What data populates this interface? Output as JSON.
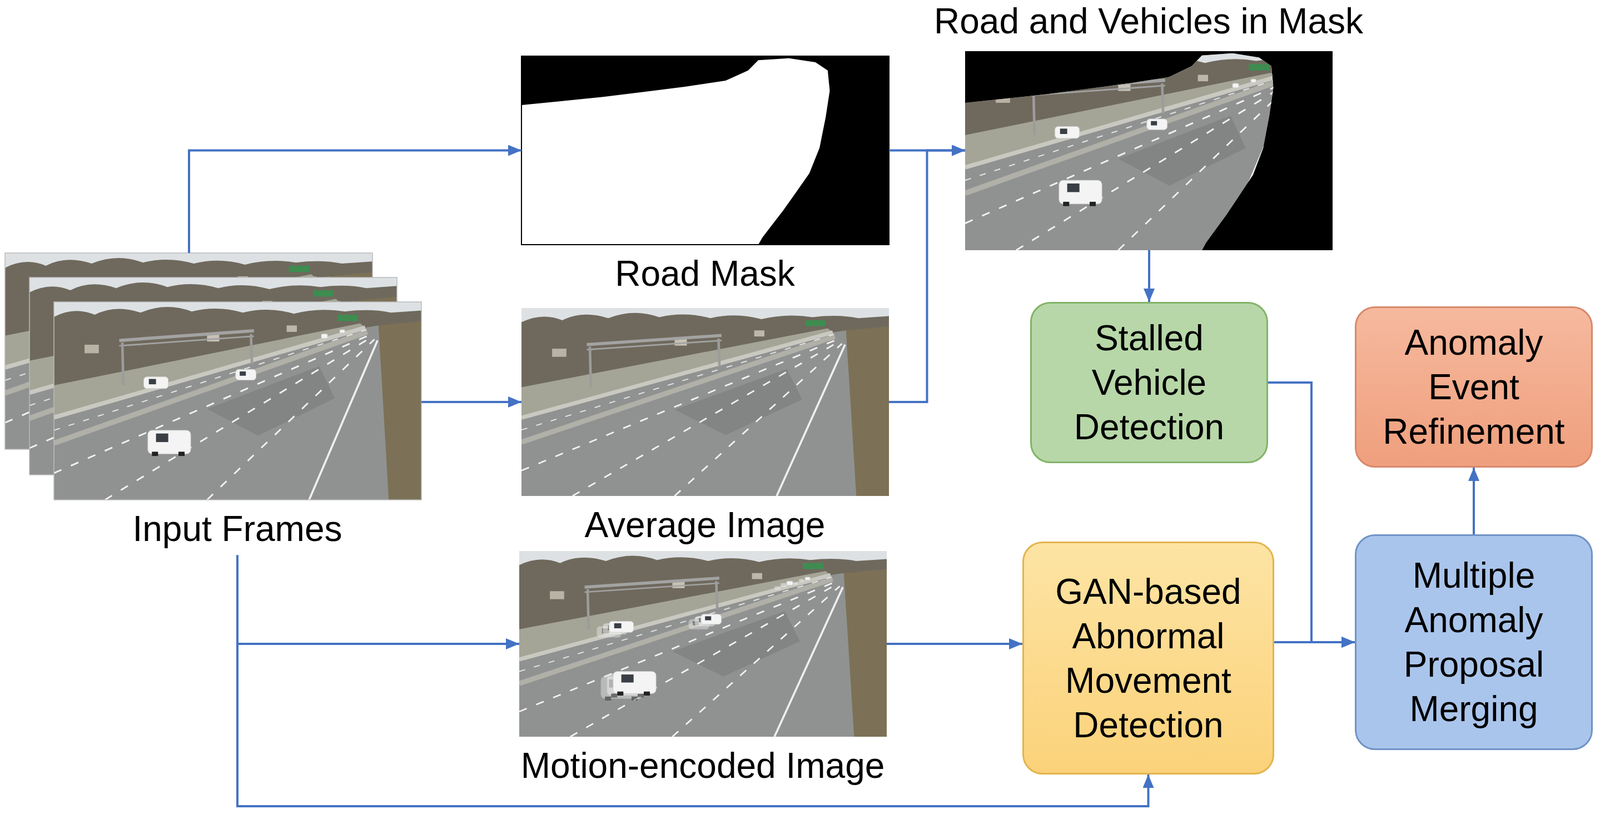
{
  "diagram": {
    "nodes": [
      {
        "text": [
          "Input Frames"
        ]
      },
      {
        "text": [
          "Road Mask"
        ]
      },
      {
        "text": [
          "Road and Vehicles in Mask"
        ]
      },
      {
        "text": [
          "Average Image"
        ]
      },
      {
        "text": [
          "Motion-encoded Image"
        ]
      },
      {
        "text": [
          "Stalled Vehicle Detection"
        ]
      },
      {
        "text": [
          "Anomaly Event Refinement"
        ]
      },
      {
        "text": [
          "GAN-based Abnormal Movement Detection"
        ]
      },
      {
        "text": [
          "Multiple Anomaly Proposal Merging"
        ]
      }
    ],
    "edges": [
      {
        "from": 0,
        "to": 1,
        "arrow": "to"
      },
      {
        "from": 0,
        "to": 3,
        "arrow": "to"
      },
      {
        "from": 0,
        "to": 4,
        "arrow": "to"
      },
      {
        "from": 0,
        "to": 7,
        "arrow": "to"
      },
      {
        "from": 1,
        "to": 2,
        "arrow": "to"
      },
      {
        "from": 3,
        "to": 2,
        "arrow": "to"
      },
      {
        "from": 2,
        "to": 5,
        "arrow": "to"
      },
      {
        "from": 4,
        "to": 7,
        "arrow": "to"
      },
      {
        "from": 5,
        "to": 8,
        "arrow": "to"
      },
      {
        "from": 7,
        "to": 8,
        "arrow": "to"
      },
      {
        "from": 8,
        "to": 6,
        "arrow": "to"
      }
    ]
  }
}
